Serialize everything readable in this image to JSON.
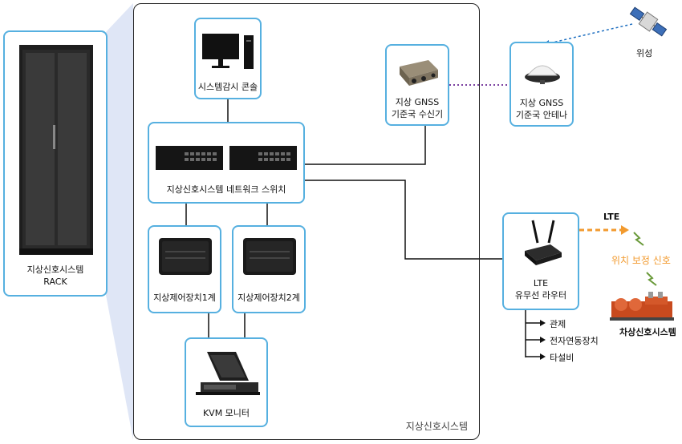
{
  "rack": {
    "line1": "지상신호시스템",
    "line2": "RACK"
  },
  "monitor": {
    "label": "시스템감시 콘솔"
  },
  "switch": {
    "label": "지상신호시스템 네트워크 스위치"
  },
  "gnss_receiver": {
    "line1": "지상 GNSS",
    "line2": "기준국 수신기"
  },
  "gnss_antenna": {
    "line1": "지상 GNSS",
    "line2": "기준국 안테나"
  },
  "satellite": {
    "label": "위성"
  },
  "controller1": {
    "label": "지상제어장치1계"
  },
  "controller2": {
    "label": "지상제어장치2계"
  },
  "kvm": {
    "label": "KVM 모니터"
  },
  "router": {
    "line1": "LTE",
    "line2": "유무선 라우터"
  },
  "lte_label": "LTE",
  "position_signal": "위치 보정 신호",
  "train": {
    "label": "차상신호시스템"
  },
  "outputs": [
    "관제",
    "전자연동장치",
    "타설비"
  ],
  "frame_label": "지상신호시스템",
  "colors": {
    "box_border": "#56b0e0",
    "signal": "#f29a2e",
    "link_dotted": "#7a3fa0",
    "satellite_link": "#1e6fc0"
  }
}
